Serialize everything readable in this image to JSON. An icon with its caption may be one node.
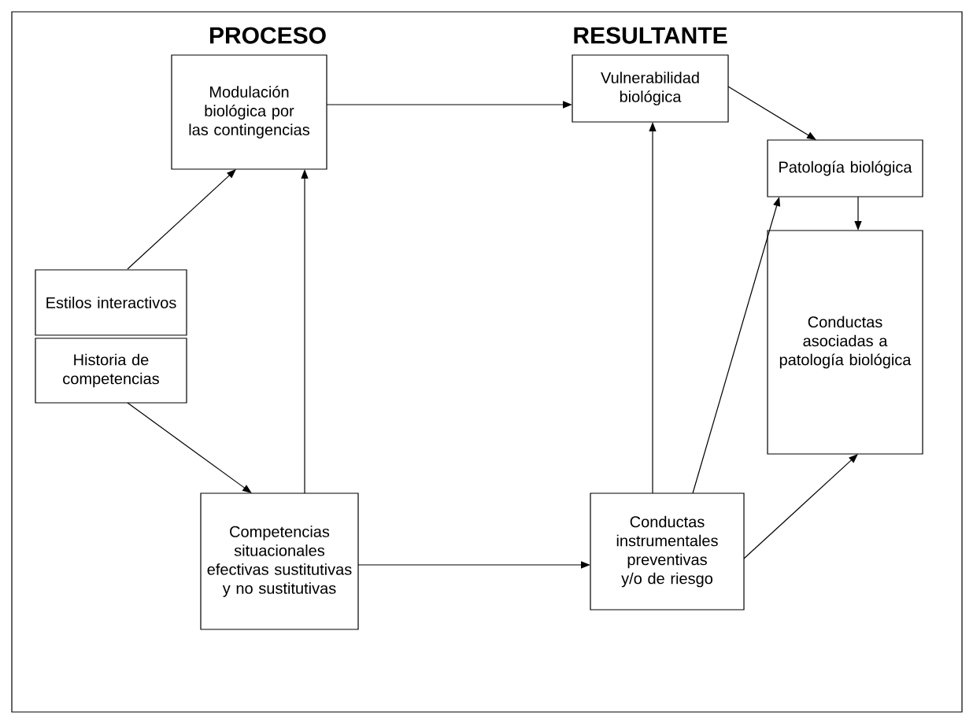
{
  "diagram": {
    "nodes": [
      {
        "text": [
          "Modulación biológica por las contingencias"
        ]
      },
      {
        "text": [
          "Vulnerabilidad biológica"
        ]
      },
      {
        "text": [
          "Patología biológica"
        ]
      },
      {
        "text": [
          "Estilos interactivos"
        ]
      },
      {
        "text": [
          "Historia de competencias"
        ]
      },
      {
        "text": [
          "Conductas asociadas a patología biológica"
        ]
      },
      {
        "text": [
          "Competencias situacionales efectivas sustitutivas y no sustitutivas"
        ]
      },
      {
        "text": [
          "Conductas instrumentales preventivas y/o de riesgo"
        ]
      }
    ],
    "edges": [
      {
        "from": 0,
        "to": 1,
        "arrow": "to"
      },
      {
        "from": 3,
        "to": 0,
        "arrow": "to"
      },
      {
        "from": 6,
        "to": 0,
        "arrow": "to"
      },
      {
        "from": 4,
        "to": 6,
        "arrow": "to"
      },
      {
        "from": 6,
        "to": 7,
        "arrow": "to"
      },
      {
        "from": 7,
        "to": 1,
        "arrow": "to"
      },
      {
        "from": 7,
        "to": 2,
        "arrow": "to"
      },
      {
        "from": 7,
        "to": 5,
        "arrow": "to"
      },
      {
        "from": 1,
        "to": 2,
        "arrow": "to"
      },
      {
        "from": 2,
        "to": 5,
        "arrow": "to"
      }
    ],
    "labels": [
      "PROCESO",
      "RESULTANTE"
    ]
  }
}
